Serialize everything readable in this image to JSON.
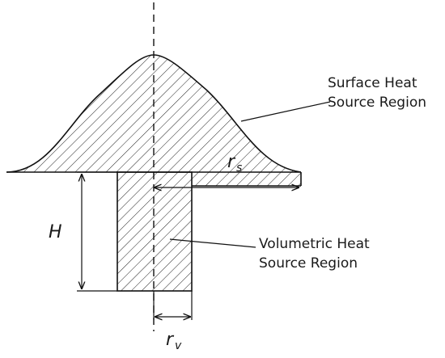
{
  "labels": {
    "surface_line1": "Surface Heat",
    "surface_line2": "Source Region",
    "volumetric_line1": "Volumetric Heat",
    "volumetric_line2": "Source Region",
    "height": "H",
    "rs_main": "r",
    "rs_sub": "s",
    "rv_main": "r",
    "rv_sub": "v"
  }
}
